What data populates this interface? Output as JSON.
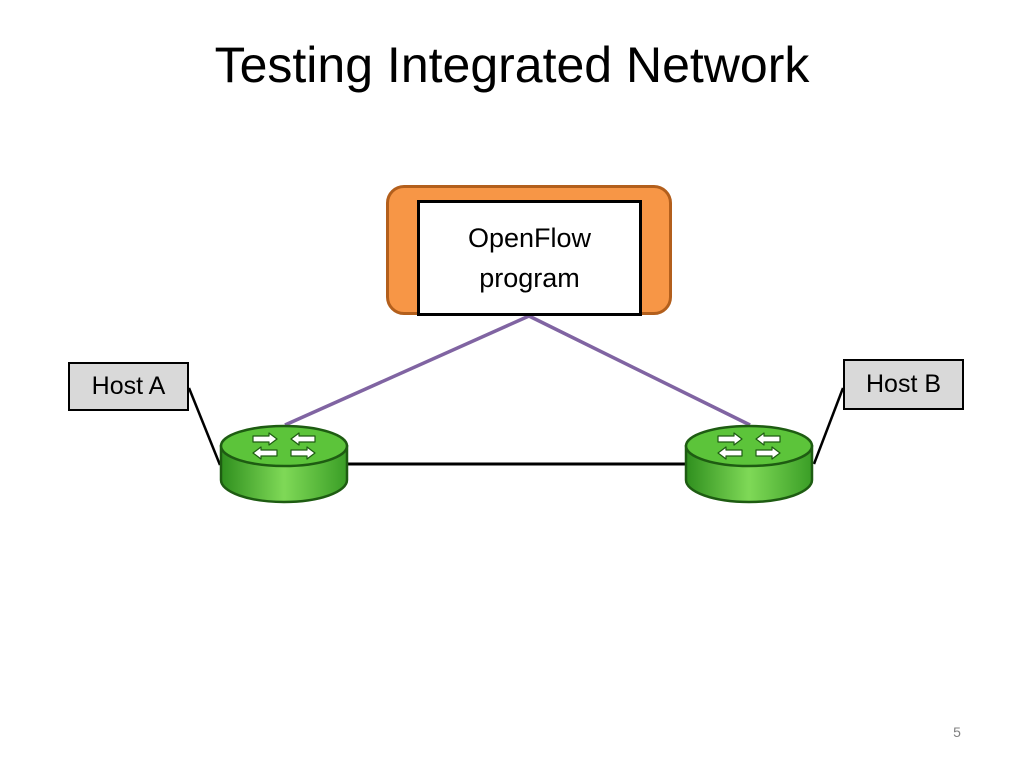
{
  "slide": {
    "title": "Testing Integrated Network",
    "page_number": "5"
  },
  "controller": {
    "label": "OpenFlow\nprogram",
    "frame_color": "#f79646"
  },
  "hosts": {
    "a": {
      "label": "Host A"
    },
    "b": {
      "label": "Host B"
    }
  },
  "routers": [
    {
      "icon": "router-icon",
      "color": "#5cc43a"
    },
    {
      "icon": "router-icon",
      "color": "#5cc43a"
    }
  ],
  "links": {
    "control_color": "#8064a2",
    "data_color": "#000000"
  }
}
